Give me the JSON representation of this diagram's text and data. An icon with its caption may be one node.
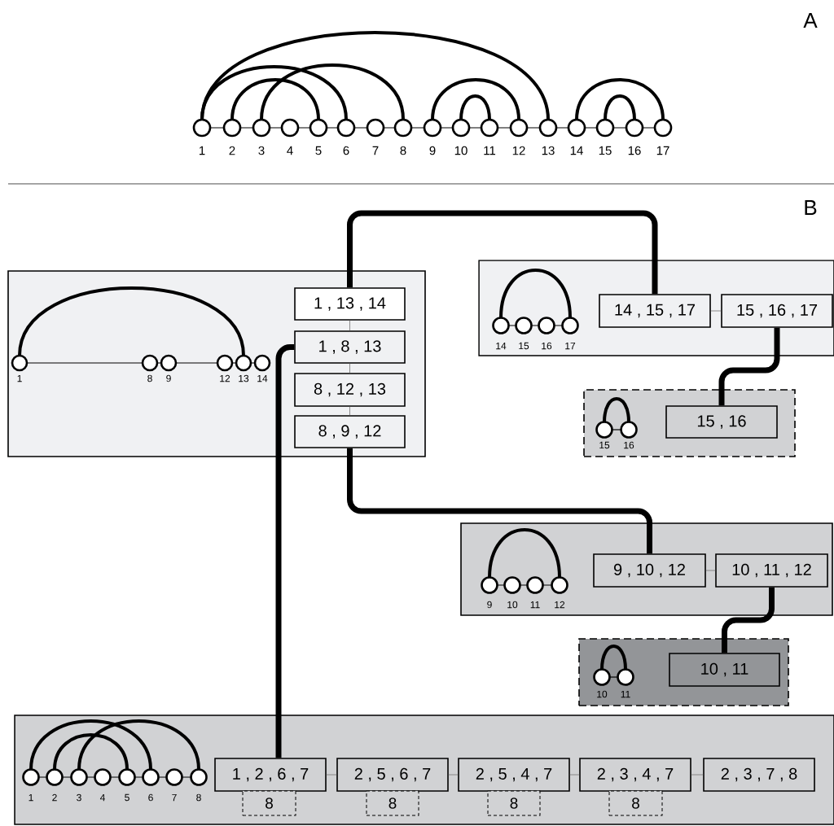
{
  "diagram": {
    "nodes": [
      {
        "text": [],
        "shape": "box"
      },
      {
        "text": [
          "1 , 13 , 14"
        ],
        "in": 0
      },
      {
        "text": [
          "1 , 8 , 13"
        ],
        "in": 0
      },
      {
        "text": [
          "8 , 12 , 13"
        ],
        "in": 0
      },
      {
        "text": [
          "8 , 9 , 12"
        ],
        "in": 0
      },
      {
        "text": [],
        "shape": "box"
      },
      {
        "text": [
          "14 , 15 , 17"
        ],
        "in": 5
      },
      {
        "text": [
          "15 , 16 , 17"
        ],
        "in": 5
      },
      {
        "text": [],
        "shape": "box"
      },
      {
        "text": [
          "15 , 16"
        ],
        "in": 8
      },
      {
        "text": [],
        "shape": "box"
      },
      {
        "text": [
          "9 , 10 , 12"
        ],
        "in": 10
      },
      {
        "text": [
          "10 , 11 , 12"
        ],
        "in": 10
      },
      {
        "text": [],
        "shape": "box"
      },
      {
        "text": [
          "10 , 11"
        ],
        "in": 13
      },
      {
        "text": [],
        "shape": "box"
      },
      {
        "text": [
          "1 , 2 , 6 , 7"
        ],
        "in": 15
      },
      {
        "text": [
          "2 , 5 , 6 , 7"
        ],
        "in": 15
      },
      {
        "text": [
          "2 , 5 , 4 , 7"
        ],
        "in": 15
      },
      {
        "text": [
          "2 , 3 , 4 , 7"
        ],
        "in": 15
      },
      {
        "text": [
          "2 , 3 , 7 , 8"
        ],
        "in": 15
      },
      {
        "text": [
          "8"
        ],
        "in": 15
      },
      {
        "text": [
          "8"
        ],
        "in": 15
      },
      {
        "text": [
          "8"
        ],
        "in": 15
      },
      {
        "text": [
          "8"
        ],
        "in": 15
      }
    ],
    "edges": [
      {
        "from": 1,
        "to": 2,
        "arrow": "none"
      },
      {
        "from": 2,
        "to": 3,
        "arrow": "none"
      },
      {
        "from": 3,
        "to": 4,
        "arrow": "none"
      },
      {
        "from": 1,
        "to": 6,
        "arrow": "none",
        "style": "thick",
        "color": "#000000"
      },
      {
        "from": 6,
        "to": 7,
        "arrow": "none"
      },
      {
        "from": 7,
        "to": 9,
        "arrow": "none",
        "style": "thick",
        "color": "#000000"
      },
      {
        "from": 4,
        "to": 11,
        "arrow": "none",
        "style": "thick",
        "color": "#000000"
      },
      {
        "from": 11,
        "to": 12,
        "arrow": "none"
      },
      {
        "from": 12,
        "to": 14,
        "arrow": "none",
        "style": "thick",
        "color": "#000000"
      },
      {
        "from": 2,
        "to": 16,
        "arrow": "none",
        "style": "thick",
        "color": "#000000"
      },
      {
        "from": 16,
        "to": 17,
        "arrow": "none"
      },
      {
        "from": 17,
        "to": 18,
        "arrow": "none"
      },
      {
        "from": 18,
        "to": 19,
        "arrow": "none"
      },
      {
        "from": 19,
        "to": 20,
        "arrow": "none"
      }
    ],
    "labels": [
      "A",
      "1",
      "2",
      "3",
      "4",
      "5",
      "6",
      "7",
      "8",
      "9",
      "10",
      "11",
      "12",
      "13",
      "14",
      "15",
      "16",
      "17",
      "B",
      "1",
      "8",
      "9",
      "12",
      "13",
      "14",
      "14",
      "15",
      "16",
      "17",
      "15",
      "16",
      "9",
      "10",
      "11",
      "12",
      "10",
      "11",
      "1",
      "2",
      "3",
      "4",
      "5",
      "6",
      "7",
      "8"
    ]
  }
}
